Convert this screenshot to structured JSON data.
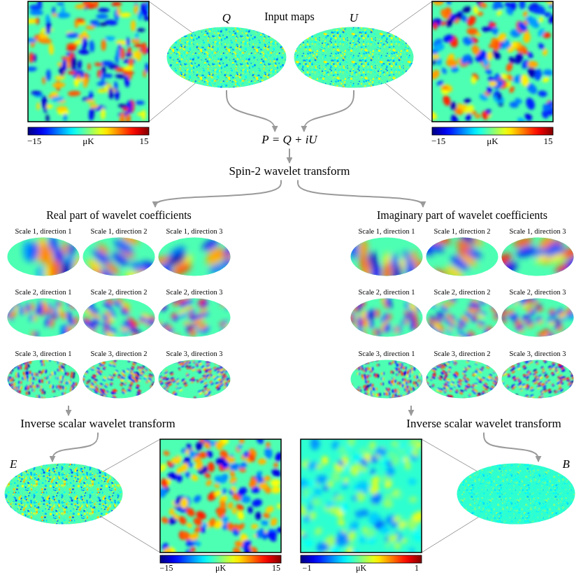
{
  "diagram": {
    "nodes": [
      {
        "text": [
          "Q"
        ]
      },
      {
        "text": [
          "U"
        ]
      },
      {
        "text": [
          "P = Q + iU"
        ]
      },
      {
        "text": [
          "Spin-2 wavelet transform"
        ]
      },
      {
        "text": [
          "Real part of wavelet coefficients"
        ]
      },
      {
        "text": [
          "Scale 1, direction 1"
        ],
        "in": 4
      },
      {
        "text": [
          "Scale 1, direction 2"
        ],
        "in": 4
      },
      {
        "text": [
          "Scale 1, direction 3"
        ],
        "in": 4
      },
      {
        "text": [
          "Scale 2, direction 1"
        ],
        "in": 4
      },
      {
        "text": [
          "Scale 2, direction 2"
        ],
        "in": 4
      },
      {
        "text": [
          "Scale 2, direction 3"
        ],
        "in": 4
      },
      {
        "text": [
          "Scale 3, direction 1"
        ],
        "in": 4
      },
      {
        "text": [
          "Scale 3, direction 2"
        ],
        "in": 4
      },
      {
        "text": [
          "Scale 3, direction 3"
        ],
        "in": 4
      },
      {
        "text": [
          "Imaginary part of wavelet coefficients"
        ]
      },
      {
        "text": [
          "Scale 1, direction 1"
        ],
        "in": 14
      },
      {
        "text": [
          "Scale 1, direction 2"
        ],
        "in": 14
      },
      {
        "text": [
          "Scale 1, direction 3"
        ],
        "in": 14
      },
      {
        "text": [
          "Scale 2, direction 1"
        ],
        "in": 14
      },
      {
        "text": [
          "Scale 2, direction 2"
        ],
        "in": 14
      },
      {
        "text": [
          "Scale 2, direction 3"
        ],
        "in": 14
      },
      {
        "text": [
          "Scale 3, direction 1"
        ],
        "in": 14
      },
      {
        "text": [
          "Scale 3, direction 2"
        ],
        "in": 14
      },
      {
        "text": [
          "Scale 3, direction 3"
        ],
        "in": 14
      },
      {
        "text": [
          "Inverse scalar wavelet transform"
        ]
      },
      {
        "text": [
          "Inverse scalar wavelet transform"
        ]
      },
      {
        "text": [
          "E"
        ]
      },
      {
        "text": [
          "B"
        ]
      }
    ],
    "edges": [
      {
        "from": 0,
        "to": 2,
        "arrow": "to"
      },
      {
        "from": 1,
        "to": 2,
        "arrow": "to"
      },
      {
        "from": 2,
        "to": 3,
        "arrow": "to"
      },
      {
        "from": 3,
        "to": 4,
        "arrow": "to"
      },
      {
        "from": 3,
        "to": 14,
        "arrow": "to"
      },
      {
        "from": 4,
        "to": 24,
        "arrow": "to"
      },
      {
        "from": 14,
        "to": 25,
        "arrow": "to"
      },
      {
        "from": 24,
        "to": 26,
        "arrow": "to"
      },
      {
        "from": 25,
        "to": 27,
        "arrow": "to"
      }
    ],
    "labels": [
      "Input maps",
      "−15",
      "μK",
      "15",
      "−15",
      "μK",
      "15",
      "−15",
      "μK",
      "15",
      "−1",
      "μK",
      "1"
    ]
  }
}
